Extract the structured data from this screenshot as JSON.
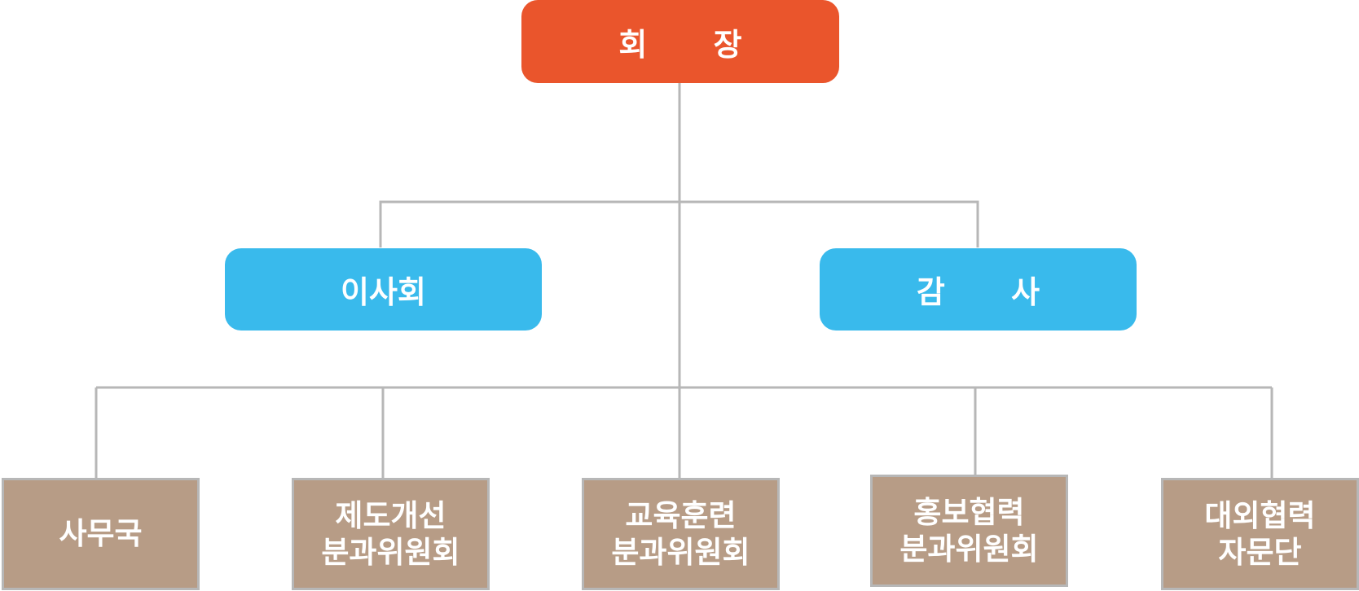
{
  "president": {
    "label": "회 장"
  },
  "board": {
    "label": "이사회"
  },
  "auditor": {
    "label": "감 사"
  },
  "departments": [
    {
      "label": "사무국"
    },
    {
      "label": "제도개선\n분과위원회"
    },
    {
      "label": "교육훈련\n분과위원회"
    },
    {
      "label": "홍보협력\n분과위원회"
    },
    {
      "label": "대외협력\n자문단"
    }
  ],
  "colors": {
    "president": "#EA552C",
    "tier2": "#39BAEC",
    "department": "#B79C86",
    "connector": "#B7B7B7"
  }
}
